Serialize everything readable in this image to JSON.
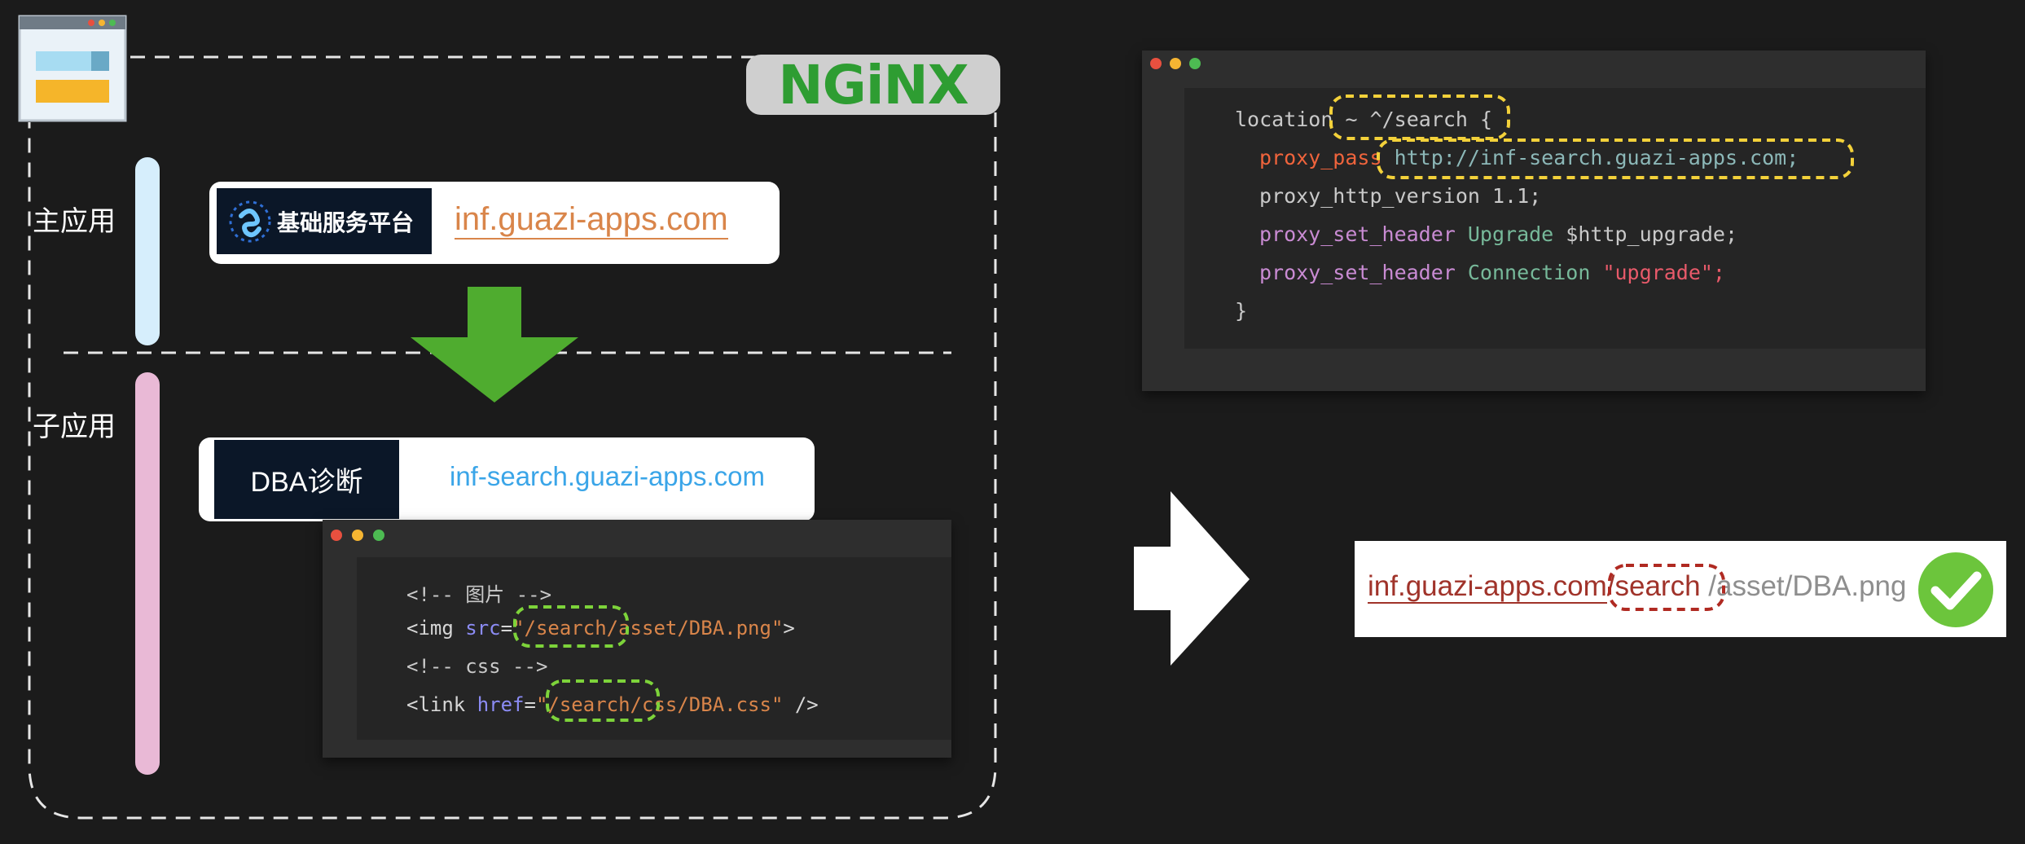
{
  "nginx": {
    "logo_text": "NGiNX"
  },
  "labels": {
    "main_app": "主应用",
    "sub_app": "子应用"
  },
  "main_card": {
    "logo_text": "基础服务平台",
    "domain": "inf.guazi-apps.com"
  },
  "sub_card": {
    "logo_text": "DBA诊断",
    "domain": "inf-search.guazi-apps.com"
  },
  "html_snippet": {
    "comment_image": "<!-- 图片 -->",
    "img_open": "<img ",
    "img_attr": "src",
    "img_eq": "=",
    "img_value": "\"/search/asset/DBA.png\"",
    "img_close": ">",
    "comment_css": "<!-- css -->",
    "link_open": "<link ",
    "link_attr": "href",
    "link_eq": "=",
    "link_value": "\"/search/css/DBA.css\"",
    "link_close": " />"
  },
  "nginx_config": {
    "l1_kw": "location",
    "l1_rest": " ~ ^/search {",
    "l2_kw": "proxy_pass",
    "l2_url": " http://inf-search.guazi-apps.com;",
    "l3": "proxy_http_version 1.1;",
    "l4_kw": "proxy_set_header",
    "l4_name": " Upgrade",
    "l4_val": " $http_upgrade;",
    "l5_kw": "proxy_set_header",
    "l5_name": " Connection",
    "l5_val": " \"upgrade\";",
    "l6": "}"
  },
  "result": {
    "base": "inf.guazi-apps.com",
    "segment": "/search",
    "rest": " /asset/DBA.png"
  },
  "colors": {
    "arrow_green": "#4fac2f",
    "highlight_green": "#7dd33a",
    "highlight_yellow": "#f3d13a",
    "highlight_red": "#b02a22",
    "check_green": "#6cc53c"
  }
}
